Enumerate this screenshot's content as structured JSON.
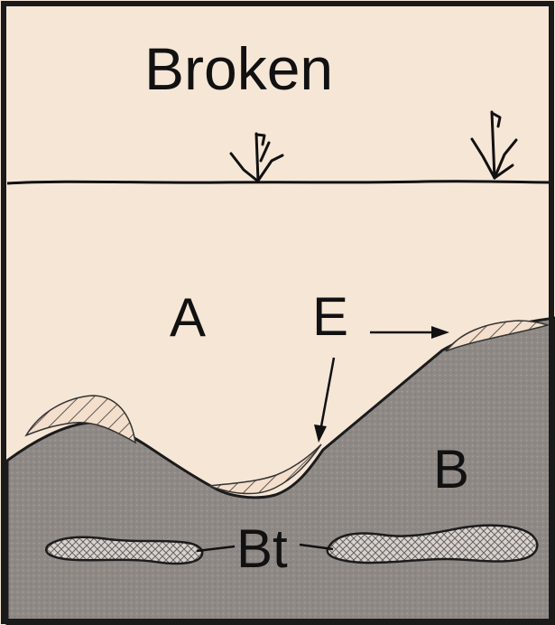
{
  "title": "Broken",
  "labels": {
    "horizon_a": "A",
    "horizon_e": "E",
    "horizon_b": "B",
    "horizon_bt": "Bt"
  },
  "colors": {
    "background": "#f6e6d6",
    "subsoil": "#8f8986",
    "frame": "#1a1a1a"
  },
  "icons": [
    "grass-tuft-icon",
    "grass-tuft-icon"
  ]
}
